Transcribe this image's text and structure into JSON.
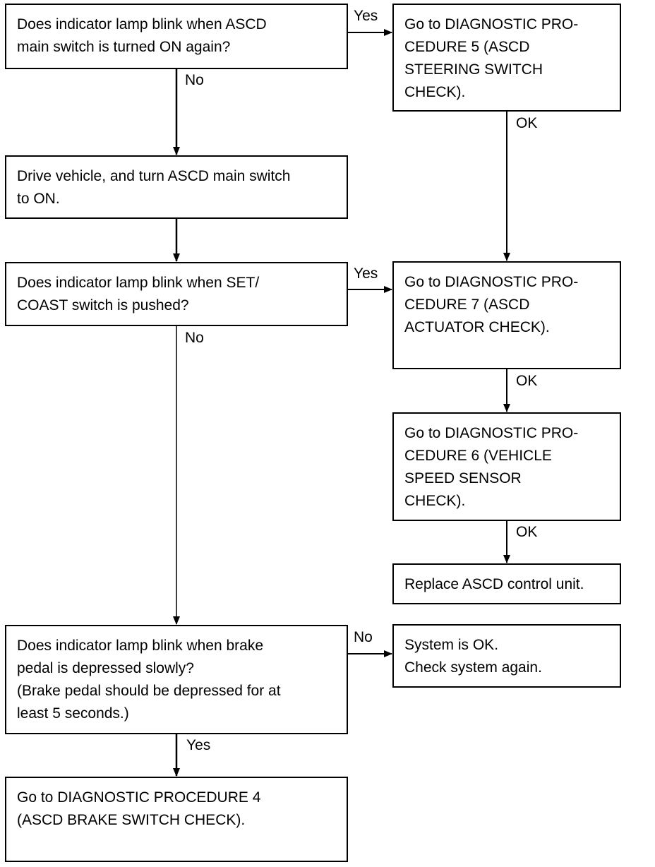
{
  "nodes": {
    "q_main_switch": "Does indicator lamp blink when ASCD\nmain switch is turned ON again?",
    "proc5": "Go to DIAGNOSTIC PRO-\nCEDURE 5 (ASCD\nSTEERING SWITCH\nCHECK).",
    "drive_vehicle": "Drive vehicle, and turn ASCD main switch\nto ON.",
    "q_set_coast": "Does indicator lamp blink when SET/\nCOAST switch is pushed?",
    "proc7": "Go to DIAGNOSTIC PRO-\nCEDURE 7 (ASCD\nACTUATOR CHECK).",
    "proc6": "Go to DIAGNOSTIC PRO-\nCEDURE 6 (VEHICLE\nSPEED SENSOR\nCHECK).",
    "replace_unit": "Replace ASCD control unit.",
    "q_brake": "Does indicator lamp blink when brake\npedal is depressed slowly?\n(Brake pedal should be depressed for at\nleast 5 seconds.)",
    "system_ok": "System is OK.\nCheck system again.",
    "proc4": "Go to DIAGNOSTIC PROCEDURE 4\n(ASCD BRAKE SWITCH CHECK)."
  },
  "edge_labels": {
    "main_yes": "Yes",
    "main_no": "No",
    "proc5_ok": "OK",
    "set_yes": "Yes",
    "set_no": "No",
    "proc7_ok": "OK",
    "proc6_ok": "OK",
    "brake_no": "No",
    "brake_yes": "Yes"
  }
}
